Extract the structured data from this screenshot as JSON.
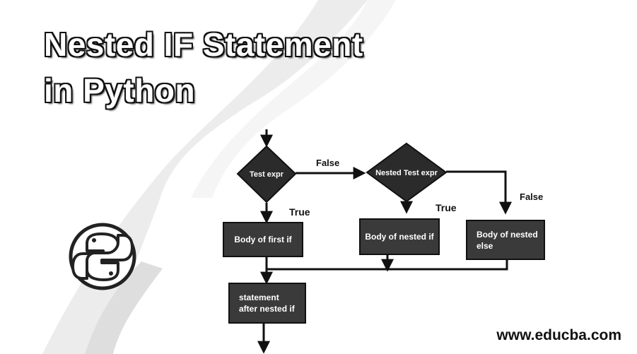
{
  "title": {
    "line1": "Nested IF Statement",
    "line2": "in Python"
  },
  "flowchart": {
    "decision1": "Test expr",
    "decision2": "Nested Test expr",
    "body_first_if": "Body of first if",
    "body_nested_if": "Body of nested if",
    "body_nested_else_l1": "Body of nested",
    "body_nested_else_l2": "else",
    "statement_l1": "statement",
    "statement_l2": "after nested if",
    "label_false_1": "False",
    "label_true_1": "True",
    "label_true_2": "True",
    "label_false_2": "False"
  },
  "footer": {
    "url": "www.educba.com"
  },
  "colors": {
    "diamond": "#2b2b2b",
    "box": "#3a3a3a",
    "arrow": "#111111"
  },
  "icons": [
    "python-logo-icon"
  ]
}
